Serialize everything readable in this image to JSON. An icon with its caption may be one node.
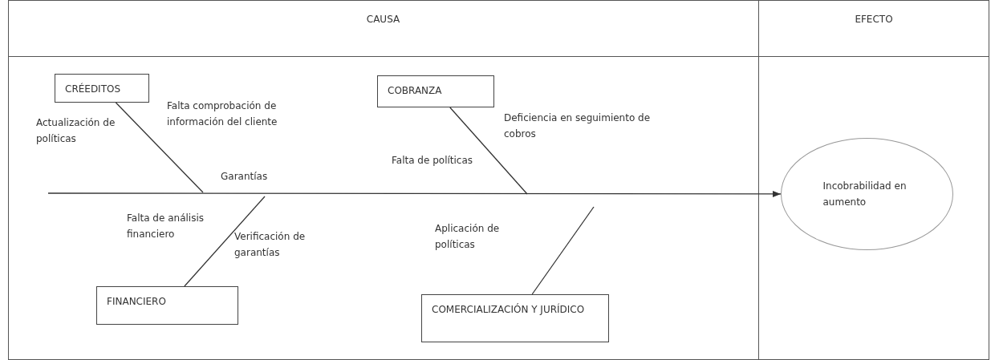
{
  "diagram": {
    "nodes": [
      {
        "text": [
          "CRÉEDITOS"
        ]
      },
      {
        "text": [
          "COBRANZA"
        ]
      },
      {
        "text": [
          "FINANCIERO"
        ]
      },
      {
        "text": [
          "COMERCIALIZACIÓN Y JURÍDICO"
        ]
      },
      {
        "text": [
          "Incobrabilidad en aumento"
        ]
      }
    ],
    "edges": [
      {
        "from": 0,
        "to": null,
        "arrow": "none"
      },
      {
        "from": 1,
        "to": null,
        "arrow": "none"
      },
      {
        "from": 2,
        "to": null,
        "arrow": "none"
      },
      {
        "from": 3,
        "to": null,
        "arrow": "none"
      },
      {
        "from": null,
        "to": 4,
        "arrow": "to"
      }
    ],
    "labels": [
      "CAUSA",
      "EFECTO",
      "Falta comprobación de información del cliente",
      "Deficiencia en seguimiento de cobros",
      "Actualización de políticas",
      "Falta de políticas",
      "Garantías",
      "Falta de análisis financiero",
      "Aplicación de políticas",
      "Verificación de garantías"
    ]
  }
}
